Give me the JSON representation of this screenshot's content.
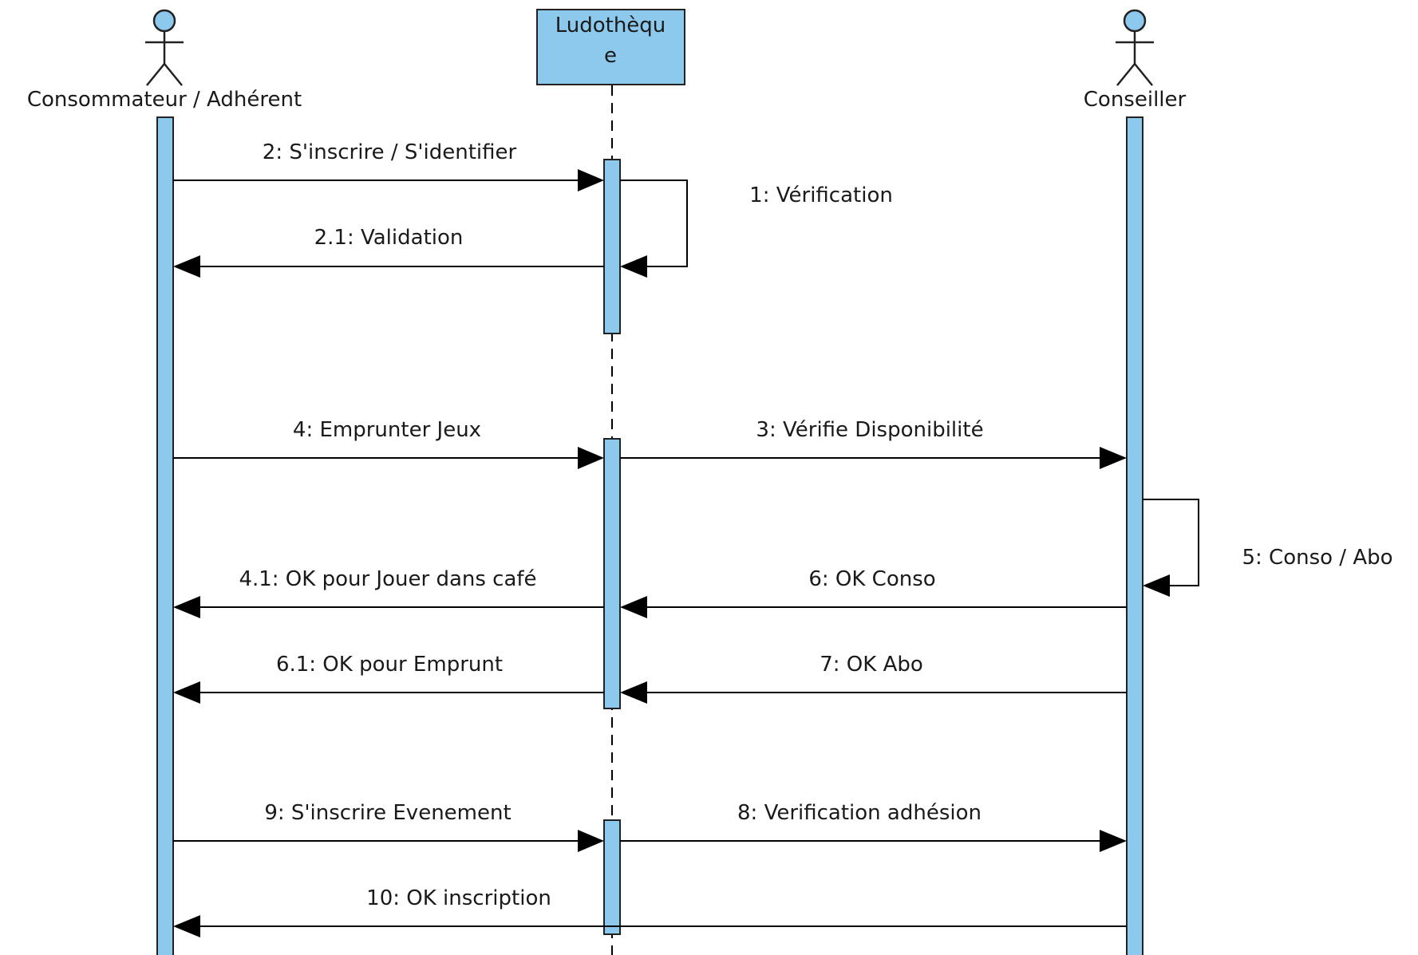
{
  "participants": {
    "consommateur": {
      "label": "Consommateur / Adhérent",
      "kind": "actor"
    },
    "ludotheque": {
      "label_line1": "Ludothèqu",
      "label_line2": "e",
      "kind": "object"
    },
    "conseiller": {
      "label": "Conseiller",
      "kind": "actor"
    }
  },
  "messages": {
    "m2": {
      "label": "2: S'inscrire / S'identifier",
      "from": "consommateur",
      "to": "ludotheque",
      "type": "call"
    },
    "m1": {
      "label": "1: Vérification",
      "from": "ludotheque",
      "to": "ludotheque",
      "type": "self"
    },
    "m21": {
      "label": "2.1: Validation",
      "from": "ludotheque",
      "to": "consommateur",
      "type": "call"
    },
    "m4": {
      "label": "4: Emprunter Jeux",
      "from": "consommateur",
      "to": "ludotheque",
      "type": "call"
    },
    "m3": {
      "label": "3: Vérifie Disponibilité",
      "from": "ludotheque",
      "to": "conseiller",
      "type": "call"
    },
    "m5": {
      "label": "5: Conso / Abo",
      "from": "conseiller",
      "to": "conseiller",
      "type": "self"
    },
    "m41": {
      "label": "4.1: OK pour Jouer dans café",
      "from": "ludotheque",
      "to": "consommateur",
      "type": "call"
    },
    "m6": {
      "label": "6: OK Conso",
      "from": "conseiller",
      "to": "ludotheque",
      "type": "call"
    },
    "m61": {
      "label": "6.1: OK pour Emprunt",
      "from": "ludotheque",
      "to": "consommateur",
      "type": "call"
    },
    "m7": {
      "label": "7: OK Abo",
      "from": "conseiller",
      "to": "ludotheque",
      "type": "call"
    },
    "m9": {
      "label": "9: S'inscrire Evenement",
      "from": "consommateur",
      "to": "ludotheque",
      "type": "call"
    },
    "m8": {
      "label": "8: Verification adhésion",
      "from": "ludotheque",
      "to": "conseiller",
      "type": "call"
    },
    "m10": {
      "label": "10: OK inscription",
      "from": "conseiller",
      "to": "consommateur",
      "type": "call"
    }
  },
  "colors": {
    "activation_fill": "#8cc9ec",
    "line": "#000000",
    "background": "#ffffff"
  },
  "icons": {
    "actor": "stick-figure-actor-icon"
  }
}
